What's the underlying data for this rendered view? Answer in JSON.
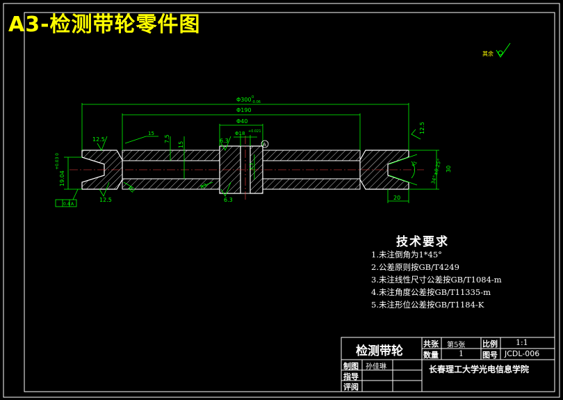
{
  "drawing": {
    "title": "A3-检测带轮零件图",
    "surface_note": "其余",
    "colors": {
      "outline": "#ffffff",
      "dimension": "#00ff00",
      "title": "#ffff00",
      "hatch": "#ffffff",
      "background": "#000000"
    }
  },
  "dimensions": {
    "d300": "Φ300",
    "d300_tol_upper": "0",
    "d300_tol_lower": "-0.06",
    "d190": "Φ190",
    "d40": "Φ40",
    "d18": "Φ18",
    "d18_tol": "+0.021",
    "datum": "A",
    "chamfer15": "15",
    "dim7_5": "7.5",
    "dim15": "15",
    "rough12_5_left": "12.5",
    "rough12_5_bottom": "12.5",
    "rough12_5_right": "12.5",
    "rough6_3_top": "6.3",
    "rough6_3_bottom": "6.3",
    "r2": "R2",
    "r3": "R3",
    "groove_depth": "19.04",
    "groove_tol": "+0.03 0",
    "angle": "34°±0.25°",
    "r1": "R1",
    "dim30": "30",
    "dim20": "20",
    "dim3_3": "3.3",
    "flat_tol": "0.4",
    "flat_datum": "A"
  },
  "requirements": {
    "heading": "技术要求",
    "items": [
      "1.未注倒角为1*45°",
      "2.公差原则按GB/T4249",
      "3.未注线性尺寸公差按GB/T1084-m",
      "4.未注角度公差按GB/T11335-m",
      "5.未注形位公差按GB/T1184-K"
    ]
  },
  "title_block": {
    "part_name": "检测带轮",
    "sheet_label": "共张",
    "sheet_value": "第5张",
    "scale_label": "比例",
    "scale_value": "1:1",
    "qty_label": "数量",
    "qty_value": "1",
    "drawing_no_label": "图号",
    "drawing_no_value": "JCDL-006",
    "made_label": "制图",
    "made_by": "孙佳琳",
    "guide_label": "指导",
    "review_label": "评阅",
    "school": "长春理工大学光电信息学院"
  }
}
